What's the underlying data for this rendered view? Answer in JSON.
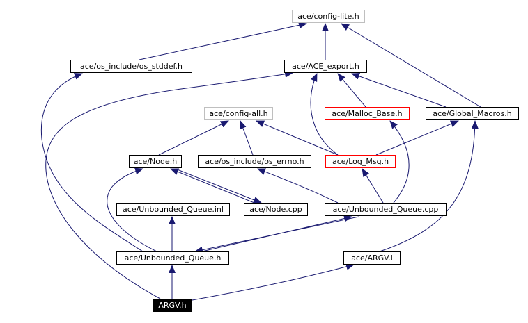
{
  "nodes": {
    "config_lite": "ace/config-lite.h",
    "os_stddef": "ace/os_include/os_stddef.h",
    "ace_export": "ace/ACE_export.h",
    "config_all": "ace/config-all.h",
    "malloc_base": "ace/Malloc_Base.h",
    "global_macros": "ace/Global_Macros.h",
    "node_h": "ace/Node.h",
    "os_errno": "ace/os_include/os_errno.h",
    "log_msg": "ace/Log_Msg.h",
    "uq_inl": "ace/Unbounded_Queue.inl",
    "node_cpp": "ace/Node.cpp",
    "uq_cpp": "ace/Unbounded_Queue.cpp",
    "uq_h": "ace/Unbounded_Queue.h",
    "argv_i": "ace/ARGV.i",
    "argv_h": "ARGV.h"
  },
  "colors": {
    "edge": "#191970",
    "node_border": "#000000",
    "node_border_unlinked": "#bfbfbf",
    "node_border_truncated": "#ff0000",
    "root_fill": "#000000",
    "root_text": "#ffffff"
  }
}
